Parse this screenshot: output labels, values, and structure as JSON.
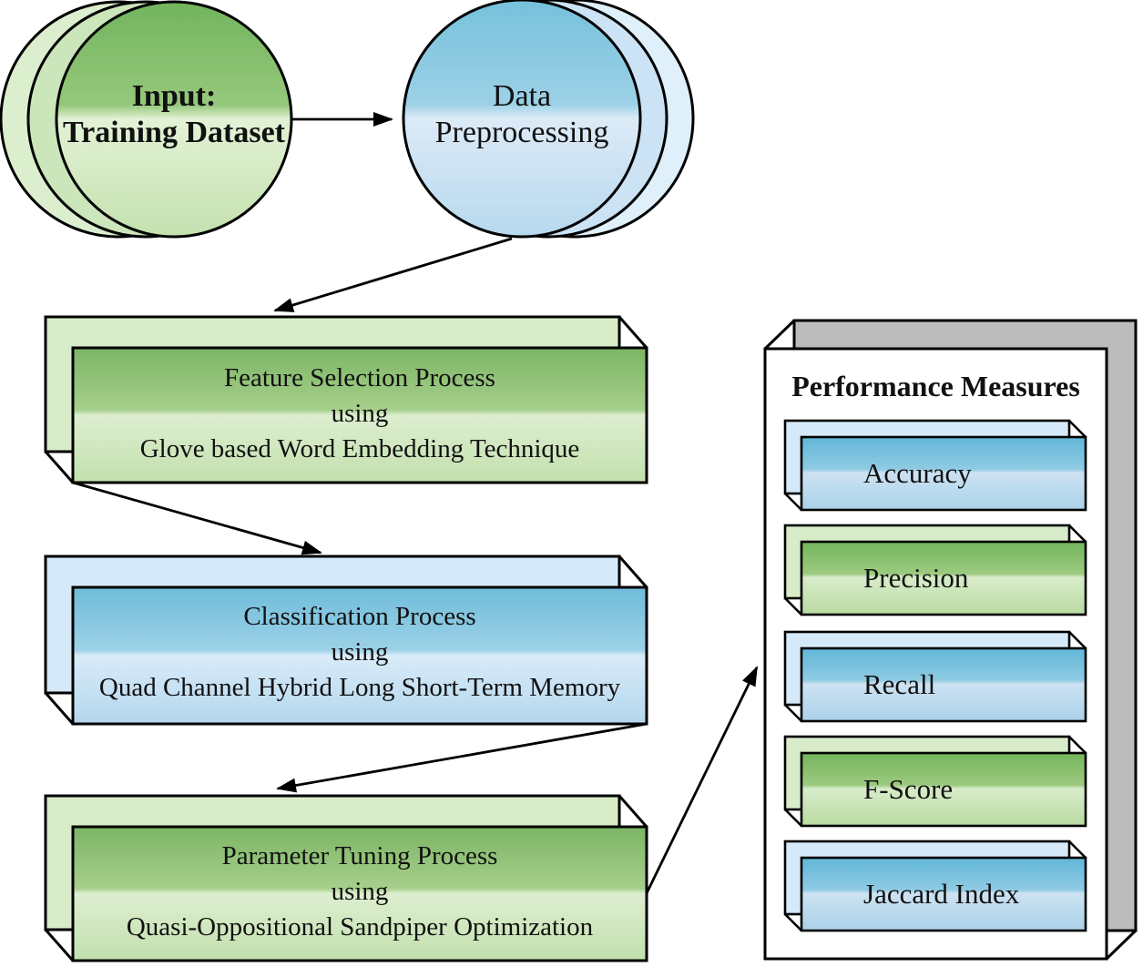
{
  "figure_type": "flowchart",
  "flow": {
    "input_circle": {
      "lines": [
        "Input:",
        "Training Dataset"
      ]
    },
    "preprocessing_circle": {
      "lines": [
        "Data",
        "Preprocessing"
      ]
    },
    "steps": [
      {
        "id": "feature-selection",
        "lines": [
          "Feature Selection Process",
          "using",
          "Glove based Word Embedding Technique"
        ],
        "color": "green"
      },
      {
        "id": "classification",
        "lines": [
          "Classification Process",
          "using",
          "Quad Channel Hybrid Long Short-Term Memory"
        ],
        "color": "blue"
      },
      {
        "id": "parameter-tuning",
        "lines": [
          "Parameter Tuning Process",
          "using",
          "Quasi-Oppositional Sandpiper Optimization"
        ],
        "color": "green"
      }
    ],
    "connections": [
      {
        "from": "input_circle",
        "to": "preprocessing_circle"
      },
      {
        "from": "preprocessing_circle",
        "to": "feature-selection"
      },
      {
        "from": "feature-selection",
        "to": "classification"
      },
      {
        "from": "classification",
        "to": "parameter-tuning"
      },
      {
        "from": "parameter-tuning",
        "to": "performance-panel"
      }
    ]
  },
  "panel": {
    "title": "Performance Measures",
    "measures": [
      {
        "label": "Accuracy",
        "color": "blue"
      },
      {
        "label": "Precision",
        "color": "green"
      },
      {
        "label": "Recall",
        "color": "blue"
      },
      {
        "label": "F-Score",
        "color": "green"
      },
      {
        "label": "Jaccard Index",
        "color": "blue"
      }
    ]
  },
  "palette": {
    "green_dark": "#7cb565",
    "green_light": "#d8ecca",
    "blue_dark": "#6fbcda",
    "blue_light": "#d6e9f8",
    "panel_gray": "#bcbcbc",
    "outline": "#000000",
    "text": "#111111",
    "background": "#ffffff"
  }
}
